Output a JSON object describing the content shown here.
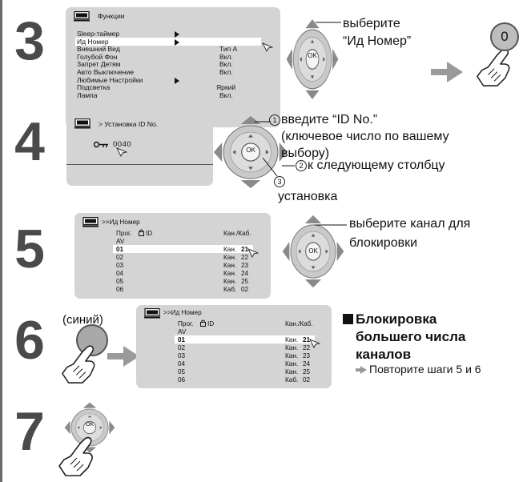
{
  "steps": {
    "s3": {
      "number": "3",
      "menu_title": "Функции",
      "rows": [
        {
          "label": "Sleep-таймер",
          "value": ""
        },
        {
          "label": "Ид Номер",
          "value": ""
        },
        {
          "label": "Внешний Вид",
          "value": "Тип А"
        },
        {
          "label": "Голубой Фон",
          "value": "Вкл."
        },
        {
          "label": "Запрет Детям",
          "value": "Вкл."
        },
        {
          "label": "Авто Выключение",
          "value": "Вкл."
        },
        {
          "label": "Любимые Настройки",
          "value": ""
        },
        {
          "label": "Подсветка",
          "value": "Яркий"
        },
        {
          "label": "Лампа",
          "value": "Вкл."
        }
      ],
      "caption_line1": "выберите",
      "caption_line2": "“Ид Номер”",
      "button_label": "0",
      "ok_label": "OK"
    },
    "s4": {
      "number": "4",
      "menu_title": "> Установка ID No.",
      "code_value": "0040",
      "ok_label": "OK",
      "marker1": "1",
      "marker2": "2",
      "marker3": "3",
      "line1": "введите “ID No.”",
      "line2": "(ключевое число по вашему",
      "line3": "выбору)",
      "line4": "к следующему столбцу",
      "line5": "установка"
    },
    "s5": {
      "number": "5",
      "menu_title": ">>Ид Номер",
      "col_prog": "Прог.",
      "col_id": "ID",
      "col_chan": "Кан./Каб.",
      "rows": [
        {
          "prog": "AV",
          "chan": "",
          "num": ""
        },
        {
          "prog": "01",
          "chan": "Кан.",
          "num": "21"
        },
        {
          "prog": "02",
          "chan": "Кан.",
          "num": "22"
        },
        {
          "prog": "03",
          "chan": "Кан.",
          "num": "23"
        },
        {
          "prog": "04",
          "chan": "Кан.",
          "num": "24"
        },
        {
          "prog": "05",
          "chan": "Кан.",
          "num": "25"
        },
        {
          "prog": "06",
          "chan": "Каб.",
          "num": "02"
        }
      ],
      "caption_line1": "выберите канал для",
      "caption_line2": "блокировки",
      "ok_label": "OK"
    },
    "s6": {
      "number": "6",
      "blue_label": "(синий)",
      "menu_title": ">>Ид Номер",
      "col_prog": "Прог.",
      "col_id": "ID",
      "col_chan": "Кан./Каб.",
      "rows": [
        {
          "prog": "AV",
          "chan": "",
          "num": ""
        },
        {
          "prog": "01",
          "chan": "Кан.",
          "num": "21"
        },
        {
          "prog": "02",
          "chan": "Кан.",
          "num": "22"
        },
        {
          "prog": "03",
          "chan": "Кан.",
          "num": "23"
        },
        {
          "prog": "04",
          "chan": "Кан.",
          "num": "24"
        },
        {
          "prog": "05",
          "chan": "Кан.",
          "num": "25"
        },
        {
          "prog": "06",
          "chan": "Каб.",
          "num": "02"
        }
      ],
      "heading_line1": "Блокировка",
      "heading_line2": "большего числа",
      "heading_line3": "каналов",
      "repeat_note": "Повторите шаги 5 и 6"
    },
    "s7": {
      "number": "7",
      "ok_label": "OK"
    }
  }
}
